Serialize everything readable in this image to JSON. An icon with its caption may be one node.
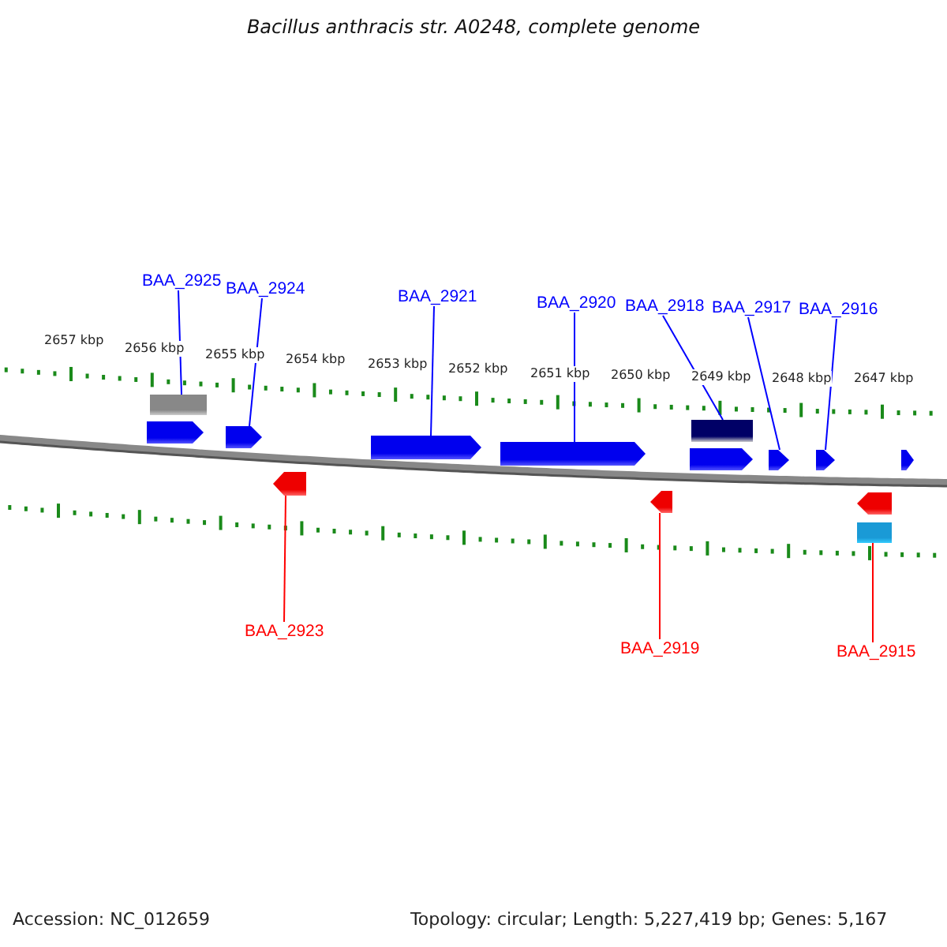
{
  "diagram": {
    "title": "Bacillus anthracis str. A0248, complete genome",
    "nodes": [
      {
        "text": [
          "BAA_2925"
        ]
      },
      {
        "text": [
          "BAA_2924"
        ]
      },
      {
        "text": [
          "BAA_2921"
        ]
      },
      {
        "text": [
          "BAA_2920"
        ]
      },
      {
        "text": [
          "BAA_2918"
        ]
      },
      {
        "text": [
          "BAA_2917"
        ]
      },
      {
        "text": [
          "BAA_2916"
        ]
      },
      {
        "text": [],
        "shape": "bar"
      },
      {
        "text": [],
        "shape": "bar"
      },
      {
        "text": [],
        "shape": "arrow"
      },
      {
        "text": [],
        "shape": "arrow"
      },
      {
        "text": [],
        "shape": "arrow"
      },
      {
        "text": [],
        "shape": "arrow"
      },
      {
        "text": [],
        "shape": "arrow"
      },
      {
        "text": [],
        "shape": "arrow"
      },
      {
        "text": [],
        "shape": "arrow"
      },
      {
        "text": [],
        "shape": "arrow"
      },
      {
        "text": [],
        "shape": "arrow"
      },
      {
        "text": [],
        "shape": "arrow"
      },
      {
        "text": [],
        "shape": "arrow"
      },
      {
        "text": [],
        "shape": "bar"
      },
      {
        "text": [
          "BAA_2923"
        ]
      },
      {
        "text": [
          "BAA_2919"
        ]
      },
      {
        "text": [
          "BAA_2915"
        ]
      }
    ],
    "edges": [
      {
        "from": 0,
        "to": 7,
        "arrow": "none"
      },
      {
        "from": 1,
        "to": 10,
        "arrow": "none"
      },
      {
        "from": 2,
        "to": 11,
        "arrow": "none"
      },
      {
        "from": 3,
        "to": 12,
        "arrow": "none"
      },
      {
        "from": 4,
        "to": 8,
        "arrow": "none"
      },
      {
        "from": 5,
        "to": 14,
        "arrow": "none"
      },
      {
        "from": 6,
        "to": 15,
        "arrow": "none"
      },
      {
        "from": 21,
        "to": 17,
        "arrow": "none",
        "color": "#ff0000"
      },
      {
        "from": 22,
        "to": 18,
        "arrow": "none",
        "color": "#ff0000"
      },
      {
        "from": 23,
        "to": 20,
        "arrow": "none",
        "color": "#ff0000"
      }
    ],
    "labels": [
      "2657 kbp",
      "2656 kbp",
      "2655 kbp",
      "2654 kbp",
      "2653 kbp",
      "2652 kbp",
      "2651 kbp",
      "2650 kbp",
      "2649 kbp",
      "2648 kbp",
      "2647 kbp",
      "Accession: NC_012659",
      "Topology: circular; Length: 5,227,419 bp; Genes: 5,167"
    ]
  }
}
